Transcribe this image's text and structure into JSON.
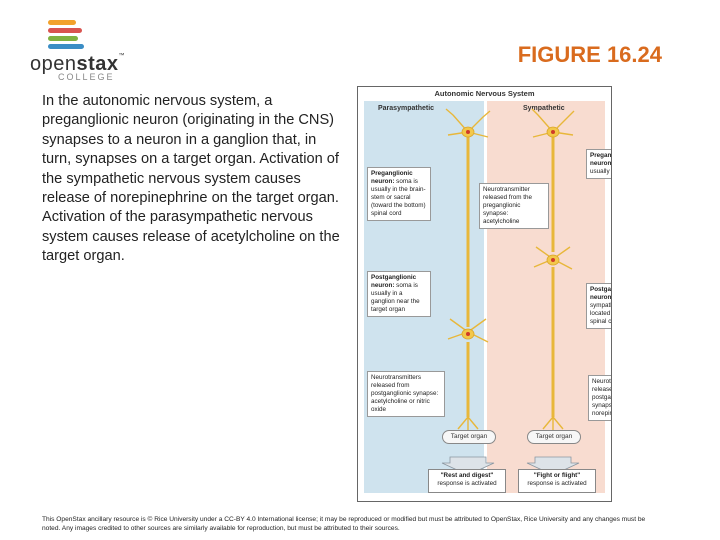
{
  "logo": {
    "brand_light": "open",
    "brand_bold": "stax",
    "sub": "COLLEGE",
    "tm": "™",
    "bar_colors": [
      "#f2a12b",
      "#d9534f",
      "#7fb241",
      "#3a8dc5",
      "#222222",
      "#f2c12b"
    ]
  },
  "figure_title": "FIGURE 16.24",
  "caption": "In the autonomic nervous system, a preganglionic neuron (originating in the CNS) synapses to a neuron in a ganglion that, in turn, synapses on a target organ. Activation of the sympathetic nervous system causes release of norepinephrine on the target organ. Activation of the parasympathetic nervous system causes release of acetylcholine on the target organ.",
  "diagram": {
    "title": "Autonomic Nervous System",
    "para_head": "Parasympathetic",
    "sym_head": "Sympathetic",
    "para_pre_bold": "Preganglionic neuron:",
    "para_pre_text": " soma is usually in the brain-stem or sacral (toward the bottom) spinal cord",
    "nt_pre": "Neurotransmitter released from the preganglionic synapse: acetylcholine",
    "sym_pre_bold": "Preganglionic neuron:",
    "sym_pre_text": " soma is usually in the spine",
    "para_post_bold": "Postganglionic neuron:",
    "para_post_text": " soma is usually in a ganglion near the target organ",
    "sym_post_bold": "Postganglionic neuron:",
    "sym_post_text": " soma is in a sympathetic ganglion, located next to the spinal cord",
    "para_nt_post": "Neurotransmitters released from postganglionic synapse: acetylcholine or nitric oxide",
    "sym_nt_post": "Neurotransmitter released from postganglionic synapse: norepinephrine",
    "target_organ": "Target organ",
    "para_resp_bold": "\"Rest and digest\"",
    "para_resp_text": "response is activated",
    "sym_resp_bold": "\"Fight or flight\"",
    "sym_resp_text": "response is activated",
    "colors": {
      "para_bg": "#cfe3ee",
      "sym_bg": "#f8dcd0",
      "neuron": "#f3c84a",
      "axon": "#e8b73a"
    }
  },
  "footer": "This OpenStax ancillary resource is © Rice University under a CC-BY 4.0 International license; it may be reproduced or modified but must be attributed to OpenStax, Rice University and any changes must be noted. Any images credited to other sources are similarly available for reproduction, but must be attributed to their sources."
}
